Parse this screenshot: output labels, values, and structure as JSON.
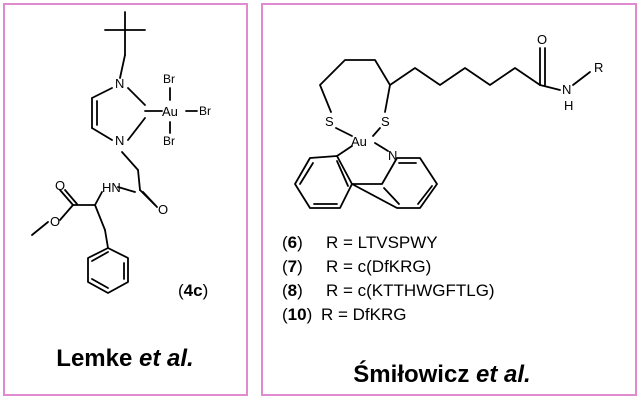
{
  "colors": {
    "frame": "#e08ad0",
    "ink": "#000000",
    "background": "#ffffff"
  },
  "left_panel": {
    "compound_label": {
      "open": "(",
      "bold": "4c",
      "close": ")"
    },
    "caption": {
      "name": "Lemke ",
      "etal": "et al."
    },
    "atoms": {
      "n1": "N",
      "n2": "N",
      "au": "Au",
      "br1": "Br",
      "br2": "Br",
      "br3": "Br",
      "hn": "HN",
      "o1": "O",
      "o2": "O",
      "o3": "O"
    }
  },
  "right_panel": {
    "caption": {
      "name": "Śmiłowicz ",
      "etal": "et al."
    },
    "atoms": {
      "o": "O",
      "n_amide": "N",
      "h_amide": "H",
      "r": "R",
      "s1": "S",
      "s2": "S",
      "au": "Au",
      "n_py": "N"
    },
    "r_groups": [
      {
        "num": "6",
        "text": "R = LTVSPWY"
      },
      {
        "num": "7",
        "text": "R = c(DfKRG)"
      },
      {
        "num": "8",
        "text": "R = c(KTTHWGFTLG)"
      },
      {
        "num": "10",
        "text": "R = DfKRG"
      }
    ]
  }
}
